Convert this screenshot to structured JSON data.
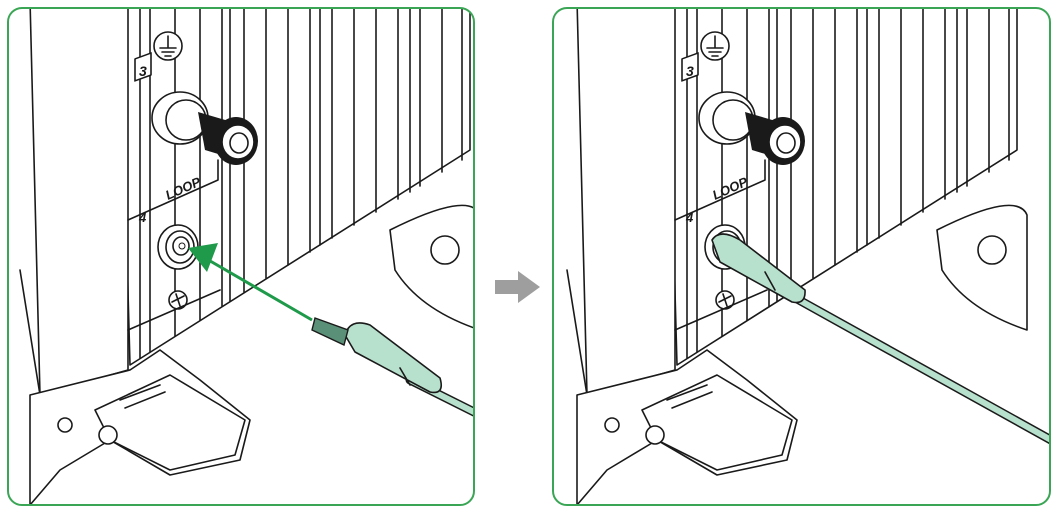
{
  "panels": [
    {
      "step": "before",
      "labels": {
        "terminal_3": "3",
        "terminal_4": "4",
        "loop": "LOOP"
      }
    },
    {
      "step": "after",
      "labels": {
        "terminal_3": "3",
        "terminal_4": "4",
        "loop": "LOOP"
      }
    }
  ],
  "colors": {
    "frame": "#3aa655",
    "insert_arrow": "#1f9a4a",
    "cable": "#b7e0cd",
    "step_arrow": "#9e9e9e"
  },
  "icons": [
    "ground-symbol-icon",
    "insert-arrow-icon",
    "next-step-arrow-icon"
  ]
}
